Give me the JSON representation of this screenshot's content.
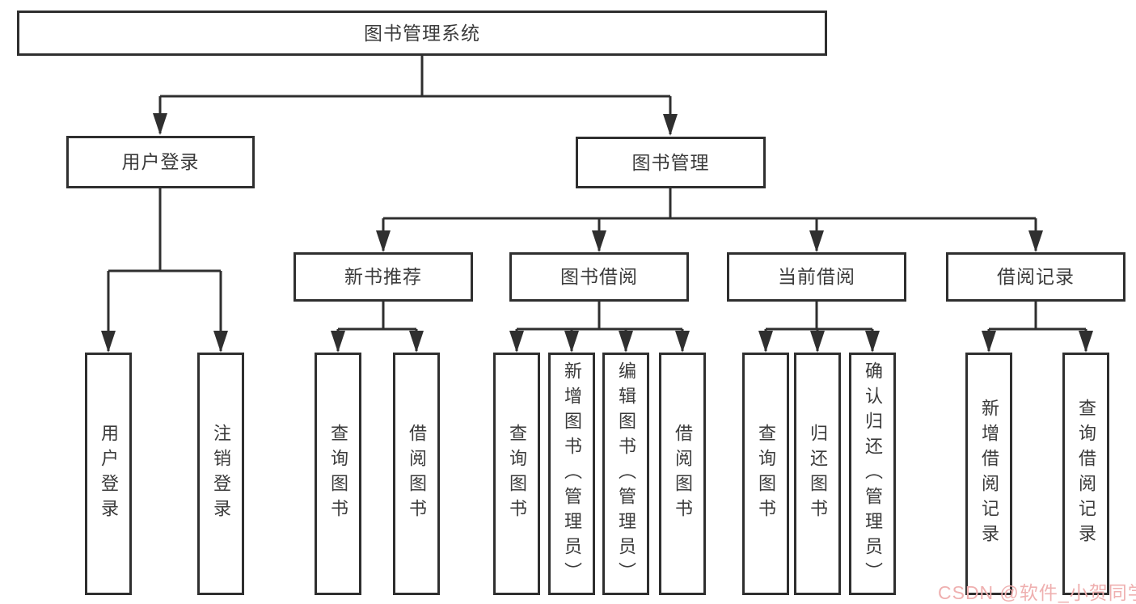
{
  "tree": {
    "label": "图书管理系统",
    "children": [
      {
        "label": "用户登录",
        "children": [
          {
            "label": "用户登录"
          },
          {
            "label": "注销登录"
          }
        ]
      },
      {
        "label": "图书管理",
        "children": [
          {
            "label": "新书推荐",
            "children": [
              {
                "label": "查询图书"
              },
              {
                "label": "借阅图书"
              }
            ]
          },
          {
            "label": "图书借阅",
            "children": [
              {
                "label": "查询图书"
              },
              {
                "label": "新增图书（管理员）"
              },
              {
                "label": "编辑图书（管理员）"
              },
              {
                "label": "借阅图书"
              }
            ]
          },
          {
            "label": "当前借阅",
            "children": [
              {
                "label": "查询图书"
              },
              {
                "label": "归还图书"
              },
              {
                "label": "确认归还（管理员）"
              }
            ]
          },
          {
            "label": "借阅记录",
            "children": [
              {
                "label": "新增借阅记录"
              },
              {
                "label": "查询借阅记录"
              }
            ]
          }
        ]
      }
    ]
  },
  "watermark": {
    "text": "CSDN @软件_小贺同学",
    "color": "#efb0b0"
  },
  "colors": {
    "line": "#2f2f2f",
    "box_border": "#2f2f2f",
    "box_fill": "#ffffff",
    "text": "#3b3b3b"
  }
}
